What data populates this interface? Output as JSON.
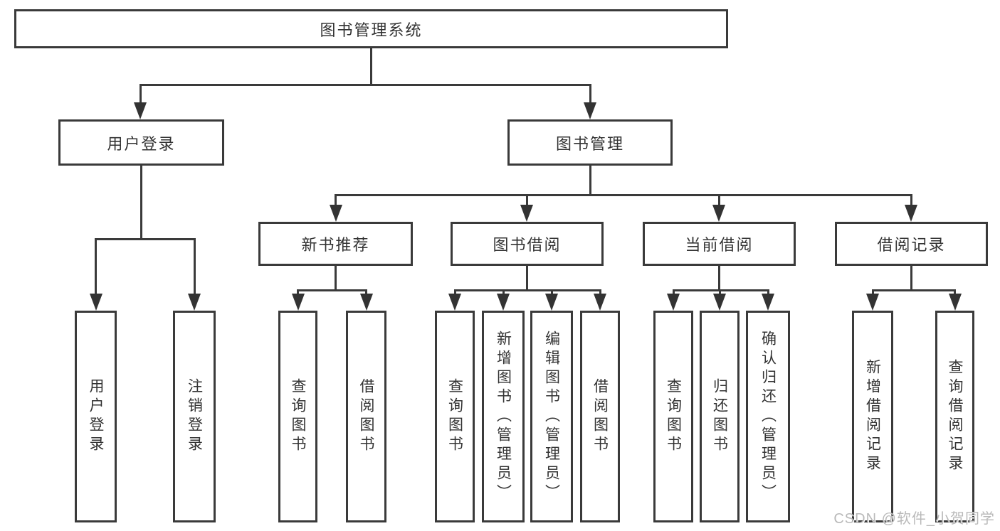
{
  "diagram_title": "图书管理系统",
  "nodes": {
    "root": "图书管理系统",
    "level2": [
      "用户登录",
      "图书管理"
    ],
    "level3": [
      "新书推荐",
      "图书借阅",
      "当前借阅",
      "借阅记录"
    ],
    "leaves_user_login": [
      "用户登录",
      "注销登录"
    ],
    "leaves_new_book": [
      "查询图书",
      "借阅图书"
    ],
    "leaves_book_borrow": [
      "查询图书",
      "新增图书（管理员）",
      "编辑图书（管理员）",
      "借阅图书"
    ],
    "leaves_current_borrow": [
      "查询图书",
      "归还图书",
      "确认归还（管理员）"
    ],
    "leaves_borrow_records": [
      "新增借阅记录",
      "查询借阅记录"
    ]
  },
  "watermark": {
    "text": "CSDN @软件_小贺同学"
  },
  "colors": {
    "line": "#3a3a3a",
    "text": "#333333",
    "background": "#ffffff",
    "watermark": "#b9b9b9"
  }
}
